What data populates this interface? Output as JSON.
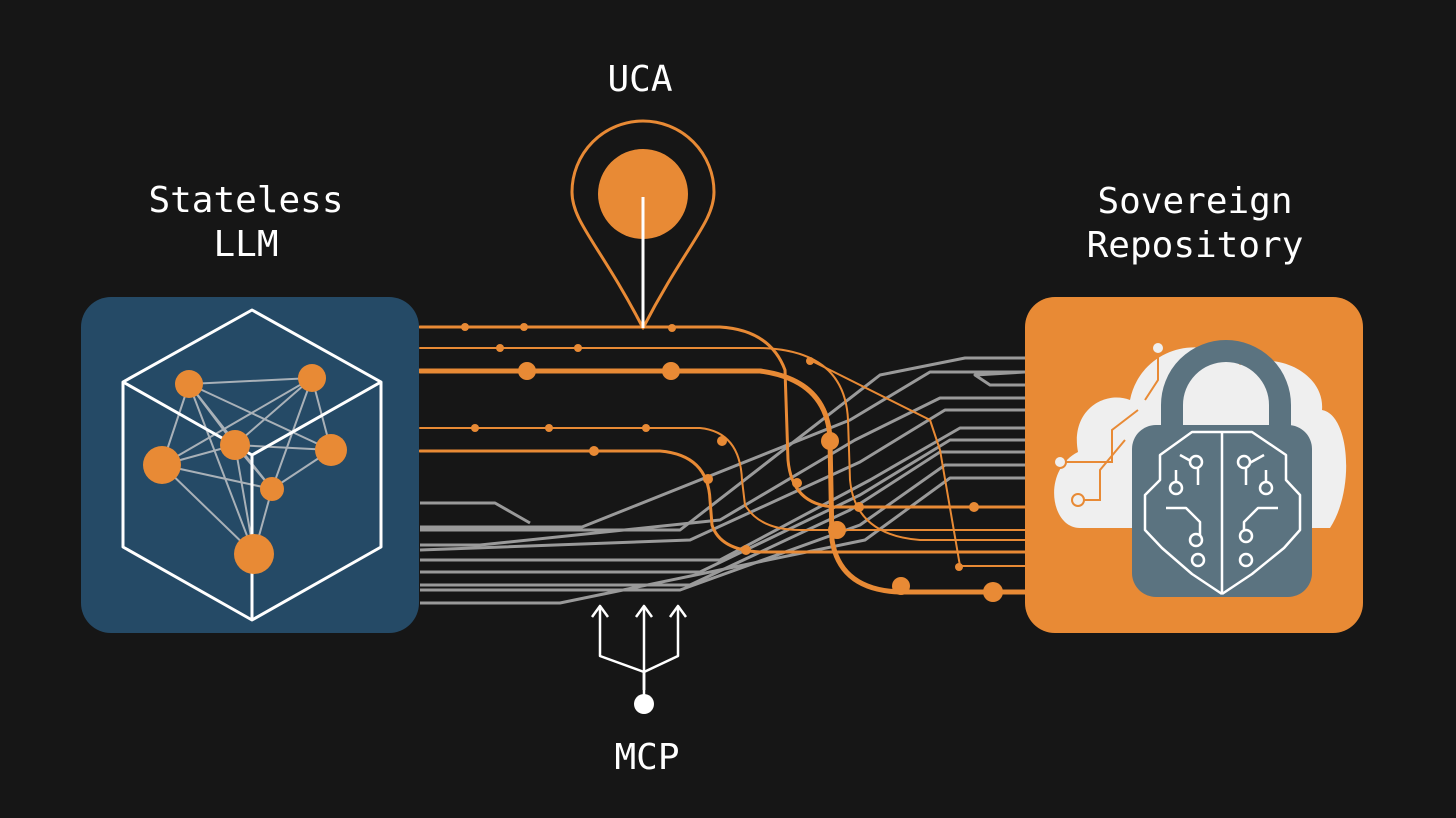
{
  "labels": {
    "llm": [
      "Stateless",
      "LLM"
    ],
    "uca": "UCA",
    "repository": [
      "Sovereign",
      "Repository"
    ],
    "mcp": "MCP"
  },
  "icons": {
    "llm": "cube-network-icon",
    "uca": "location-pin-icon",
    "repository": "cloud-lock-brain-icon",
    "mcp": "fork-arrows-icon"
  },
  "colors": {
    "background": "#161616",
    "orange": "#e88a35",
    "navy": "#254a66",
    "gray": "#9a9a9a",
    "lock": "#5b7380",
    "cloud": "#efefef",
    "text": "#ffffff"
  }
}
